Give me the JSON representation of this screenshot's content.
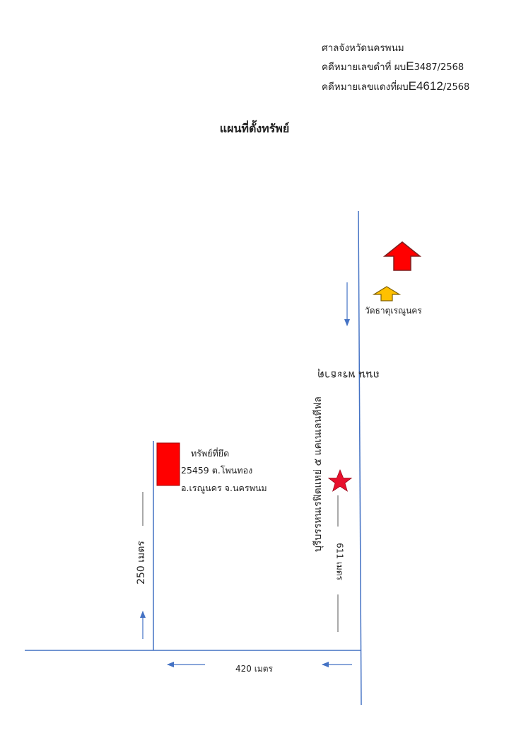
{
  "header": {
    "court": "ศาลจังหวัดนครพนม",
    "black_case_prefix": "คดีหมายเลขดำที่ ผบ",
    "black_case_letter": "E",
    "black_case_number": "3487/2568",
    "red_case_prefix": "คดีหมายเลขแดงที่ผบ",
    "red_case_code": "E4612",
    "red_case_number": "/2568"
  },
  "title": "แผนที่ตั้งทรัพย์",
  "labels": {
    "temple": "วัดธาตุเรณูนคร",
    "property_line1": "ทรัพย์ที่ยึด",
    "property_line2": "25459 ต.โพนทอง",
    "property_line3": "อ.เรณูนคร จ.นครพนม",
    "dist_250": "250 เมตร",
    "dist_420": "420 เมตร",
    "dist_611": "611 เมตร",
    "road_name": "ถนน พระธาตุ",
    "road_label_2": "บุรีบรรหนเรฟิตแหย่ ๕ แคเนเลนหีฟล"
  },
  "colors": {
    "road": "#4472c4",
    "property": "#ff0000",
    "star": "#e8112d",
    "big_arrow": "#ff0000",
    "temple_arrow": "#ffc000"
  }
}
